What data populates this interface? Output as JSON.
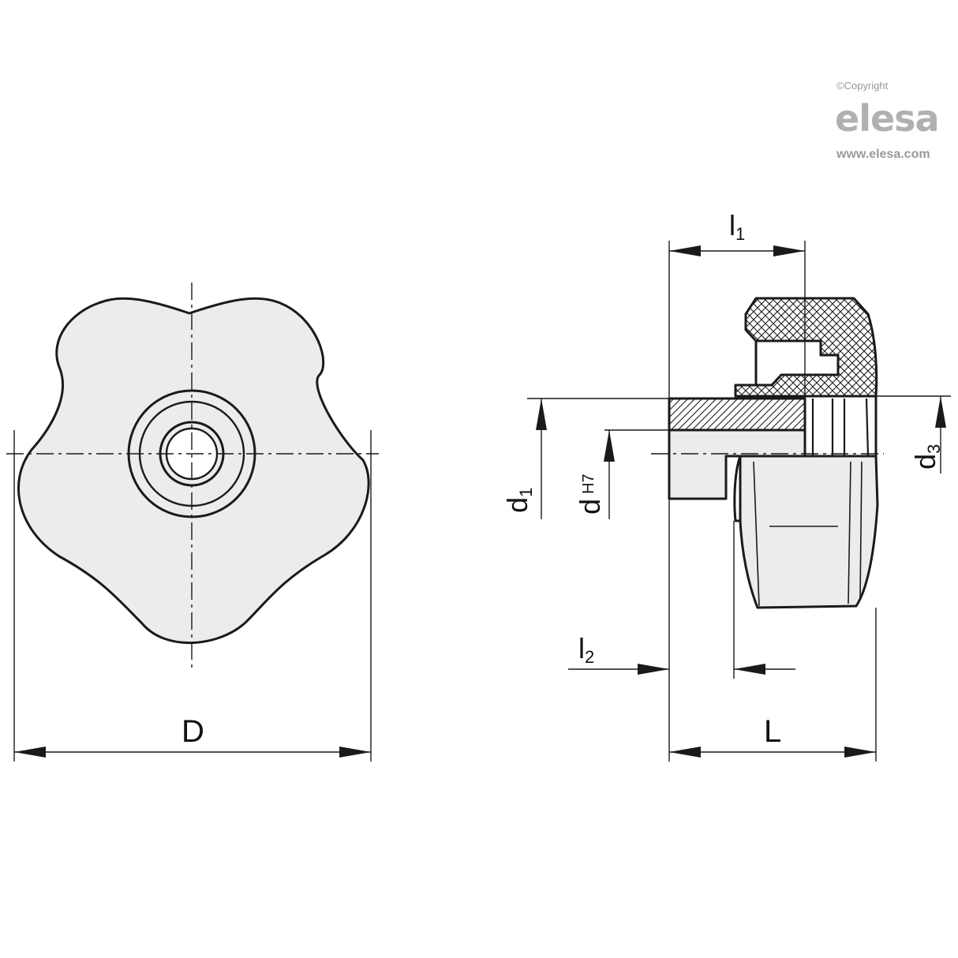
{
  "watermark": {
    "copyright": "©Copyright",
    "brand": "elesa",
    "url": "www.elesa.com"
  },
  "front_view": {
    "diameter_label": "D"
  },
  "side_view": {
    "l1_label": {
      "base": "l",
      "sub": "1"
    },
    "l2_label": {
      "base": "l",
      "sub": "2"
    },
    "length_label": "L",
    "d1_label": {
      "base": "d",
      "sub": "1"
    },
    "d_label": {
      "base": "d",
      "sub": "H7"
    },
    "d3_label": {
      "base": "d",
      "sub": "3"
    }
  },
  "colors": {
    "line": "#1a1a1a",
    "part_fill": "#ececec",
    "watermark": "#9a9a9a"
  }
}
